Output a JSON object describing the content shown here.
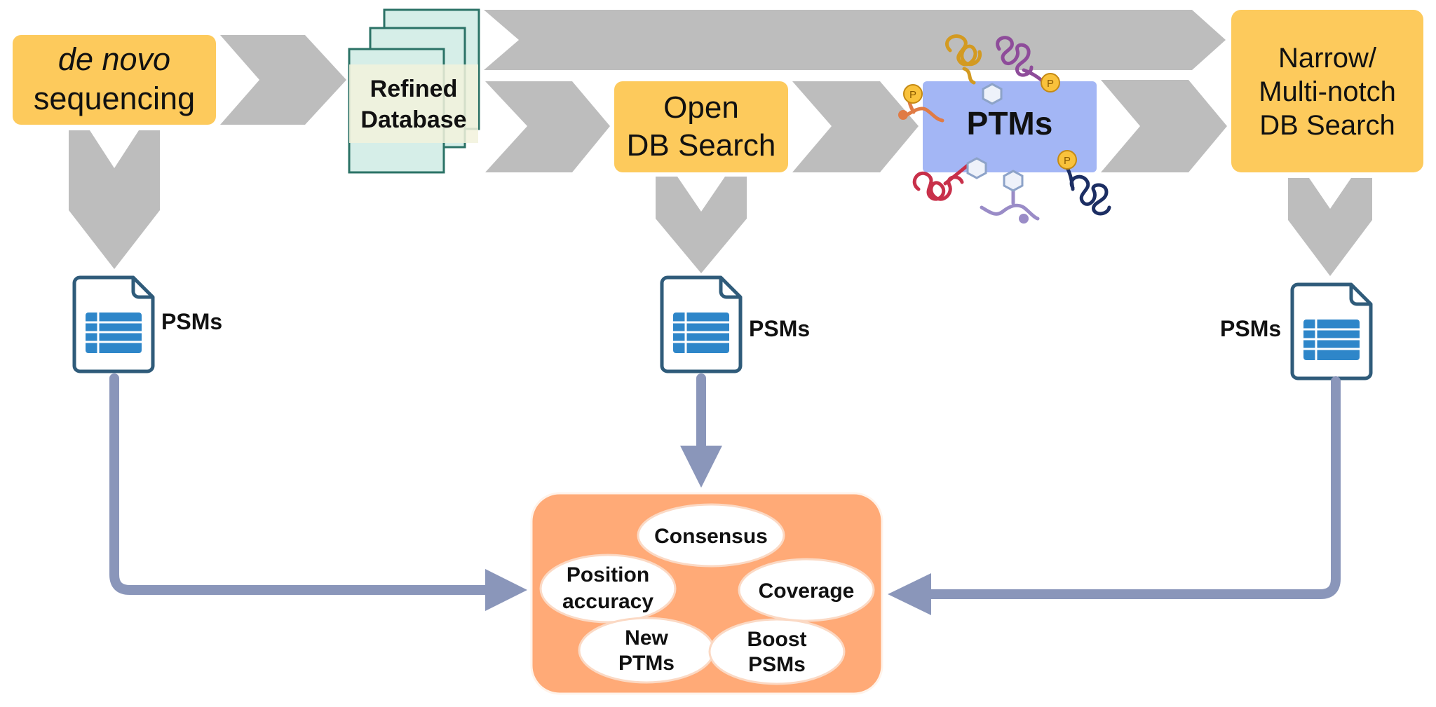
{
  "steps": {
    "denovo": {
      "line1": "de novo",
      "line2": "sequencing"
    },
    "refined_db": {
      "line1": "Refined",
      "line2": "Database"
    },
    "open_search": {
      "line1": "Open",
      "line2": "DB Search"
    },
    "ptms": {
      "label": "PTMs"
    },
    "narrow_search": {
      "line1": "Narrow/",
      "line2": "Multi-notch",
      "line3": "DB Search"
    }
  },
  "outputs": {
    "left": "PSMs",
    "middle": "PSMs",
    "right": "PSMs"
  },
  "phospho_badge": "P",
  "integration": {
    "consensus": "Consensus",
    "position_line1": "Position",
    "position_line2": "accuracy",
    "coverage": "Coverage",
    "newptms_line1": "New",
    "newptms_line2": "PTMs",
    "boost_line1": "Boost",
    "boost_line2": "PSMs"
  },
  "colors": {
    "step_box": "#FDCA5C",
    "ptm_box": "#A3B6F5",
    "chevron": "#BDBDBD",
    "connector": "#8A96BA",
    "integration_box": "#FFAA77",
    "doc_outline": "#2F5B7A",
    "doc_table": "#2E86C9",
    "db_pages": "#D6EEE8"
  }
}
